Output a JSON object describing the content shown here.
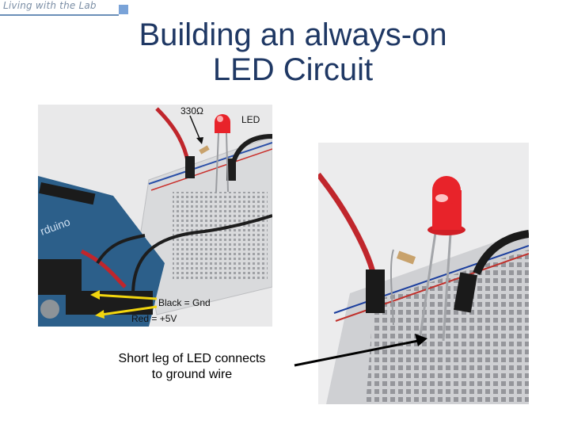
{
  "header": {
    "logo_text": "Living with the Lab"
  },
  "slide": {
    "title_line1": "Building an always-on",
    "title_line2": "LED Circuit"
  },
  "photo_left": {
    "label_resistor": "330Ω",
    "label_led": "LED",
    "label_black": "Black = Gnd",
    "label_red": "Red = +5V"
  },
  "caption": {
    "line1": "Short leg of LED connects",
    "line2": "to ground wire"
  },
  "colors": {
    "title": "#1f3864",
    "led_red": "#e8232a",
    "wire_red": "#c0262c",
    "arduino_blue": "#2c5f8a",
    "arrow_yellow": "#f2d60f"
  }
}
